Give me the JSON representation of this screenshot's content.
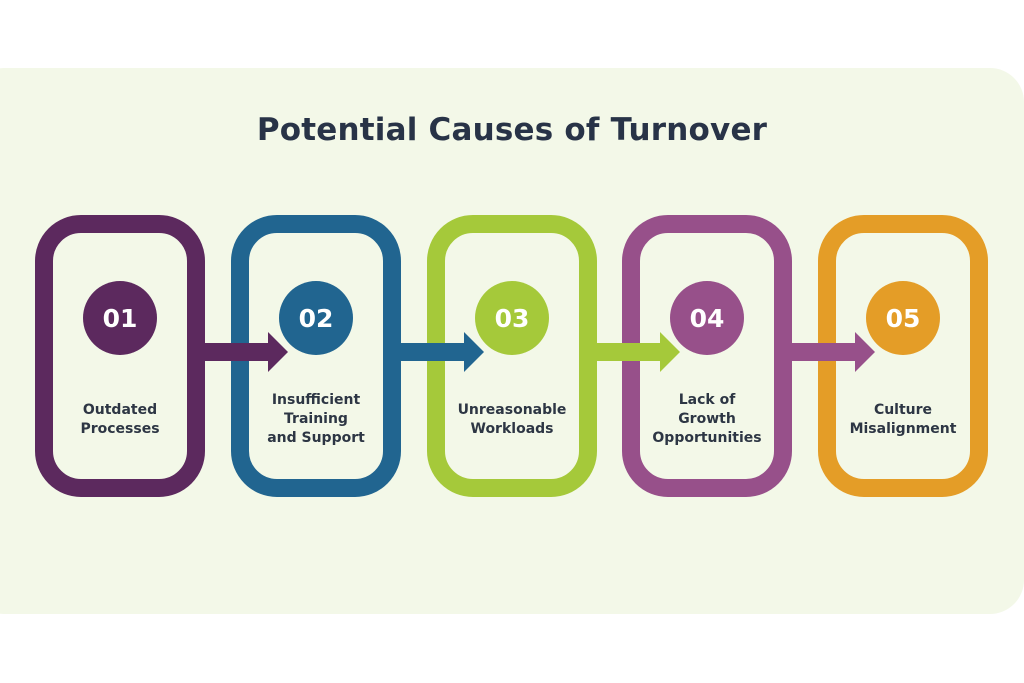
{
  "title": "Potential Causes of Turnover",
  "steps": [
    {
      "number": "01",
      "label_lines": [
        "Outdated",
        "Processes"
      ],
      "color": "#5c295e"
    },
    {
      "number": "02",
      "label_lines": [
        "Insufficient",
        "Training",
        "and Support"
      ],
      "color": "#216590"
    },
    {
      "number": "03",
      "label_lines": [
        "Unreasonable",
        "Workloads"
      ],
      "color": "#a5c93a"
    },
    {
      "number": "04",
      "label_lines": [
        "Lack of",
        "Growth",
        "Opportunities"
      ],
      "color": "#97508a"
    },
    {
      "number": "05",
      "label_lines": [
        "Culture",
        "Misalignment"
      ],
      "color": "#e49d27"
    }
  ]
}
